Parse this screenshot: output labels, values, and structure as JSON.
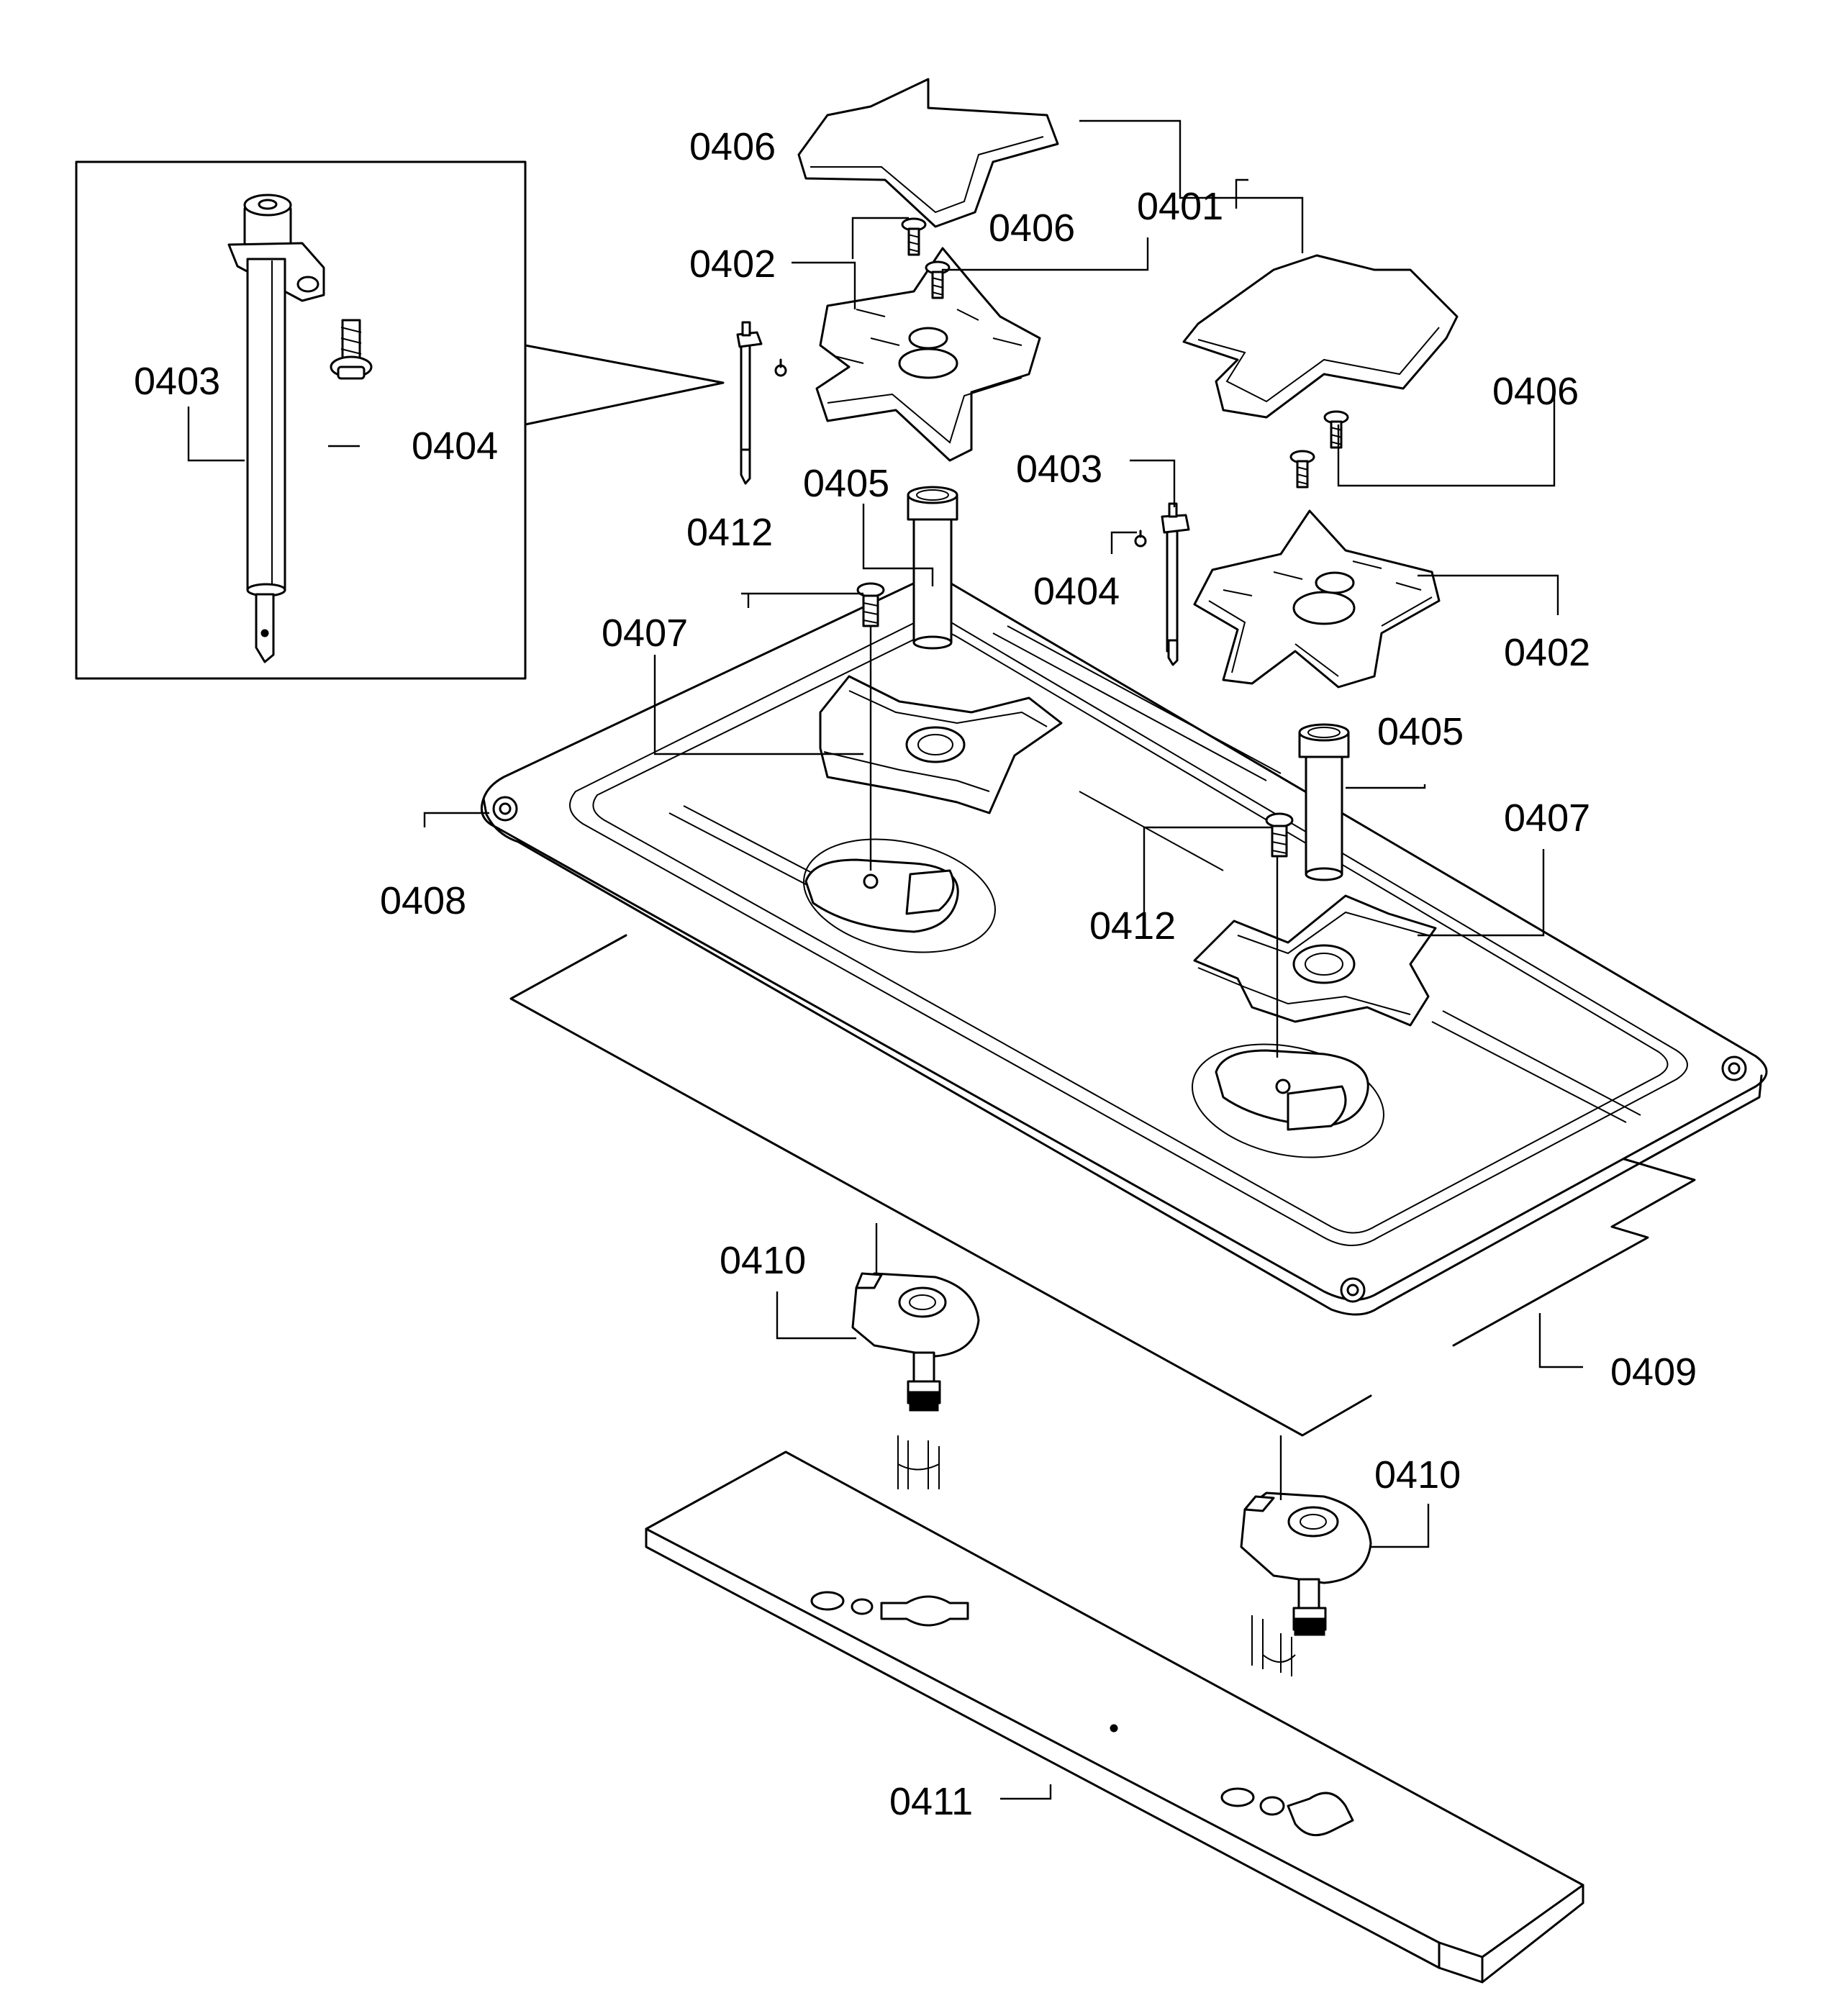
{
  "diagram": {
    "callouts": [
      {
        "id": "0401",
        "text": "0401"
      },
      {
        "id": "0402-a",
        "text": "0402"
      },
      {
        "id": "0402-b",
        "text": "0402"
      },
      {
        "id": "0403-inset",
        "text": "0403"
      },
      {
        "id": "0403-b",
        "text": "0403"
      },
      {
        "id": "0404-inset",
        "text": "0404"
      },
      {
        "id": "0404-b",
        "text": "0404"
      },
      {
        "id": "0405-a",
        "text": "0405"
      },
      {
        "id": "0405-b",
        "text": "0405"
      },
      {
        "id": "0406-a",
        "text": "0406"
      },
      {
        "id": "0406-b",
        "text": "0406"
      },
      {
        "id": "0406-c",
        "text": "0406"
      },
      {
        "id": "0407-a",
        "text": "0407"
      },
      {
        "id": "0407-b",
        "text": "0407"
      },
      {
        "id": "0408",
        "text": "0408"
      },
      {
        "id": "0409",
        "text": "0409"
      },
      {
        "id": "0410-a",
        "text": "0410"
      },
      {
        "id": "0410-b",
        "text": "0410"
      },
      {
        "id": "0411",
        "text": "0411"
      },
      {
        "id": "0412-a",
        "text": "0412"
      },
      {
        "id": "0412-b",
        "text": "0412"
      }
    ]
  }
}
